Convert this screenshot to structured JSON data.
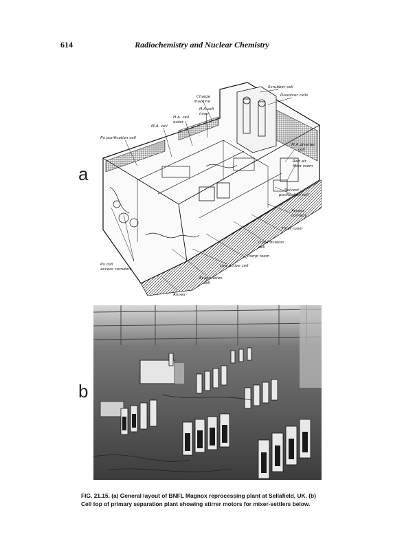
{
  "header": {
    "page_number": "614",
    "running_title": "Radiochemistry and Nuclear Chemistry"
  },
  "figure_a": {
    "panel_letter": "a",
    "labels": {
      "scrubber_cell": "Scrubber cell",
      "dissolver_cells": "Dissolver cells",
      "charge_machine_1": "Charge",
      "charge_machine_2": "machine",
      "ha_cell_inner_1": "H.A.cell",
      "ha_cell_inner_2": "inner",
      "ha_cell_outer_1": "H.A. cell",
      "ha_cell_outer_2": "outer",
      "ma_cell": "M.A. cell",
      "pu_purification_cell": "Pu purification cell",
      "ma_diverter_1": "M.A.diverter",
      "ma_diverter_2": "cell",
      "red_air_1": "Red air",
      "red_air_2": "filter room",
      "solvent_1": "Solvent",
      "solvent_2": "purification cell",
      "access_corridor_1": "Access",
      "access_corridor_2": "corridor",
      "filter_room": "Filter room",
      "u_purification_1": "U purification",
      "u_purification_2": "cell",
      "pump_room": "Pump room",
      "low_active_cell": "Low active cell",
      "pu_cell_access_1": "Pu cell",
      "pu_cell_access_2": "access corridors",
      "evaporation_1": "Evaporation",
      "evaporation_2": "cell",
      "annex": "Annex"
    }
  },
  "figure_b": {
    "panel_letter": "b"
  },
  "caption": {
    "text": "FIG. 21.15. (a) General layout of BNFL Magnox reprocessing plant at Sellafield, UK. (b) Cell top of primary separation plant showing stirrer motors for mixer-settlers below."
  }
}
